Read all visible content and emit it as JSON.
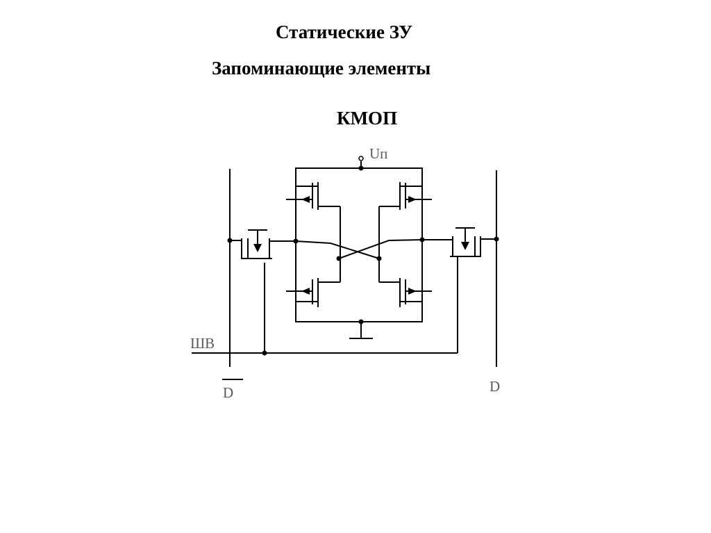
{
  "slide": {
    "title": "Статические ЗУ",
    "subtitle": "Запоминающие элементы",
    "heading": "КМОП"
  },
  "circuit": {
    "supply_label": "Uп",
    "word_line_label": "ШВ",
    "bit_label_left": "D",
    "bit_label_right": "D"
  }
}
